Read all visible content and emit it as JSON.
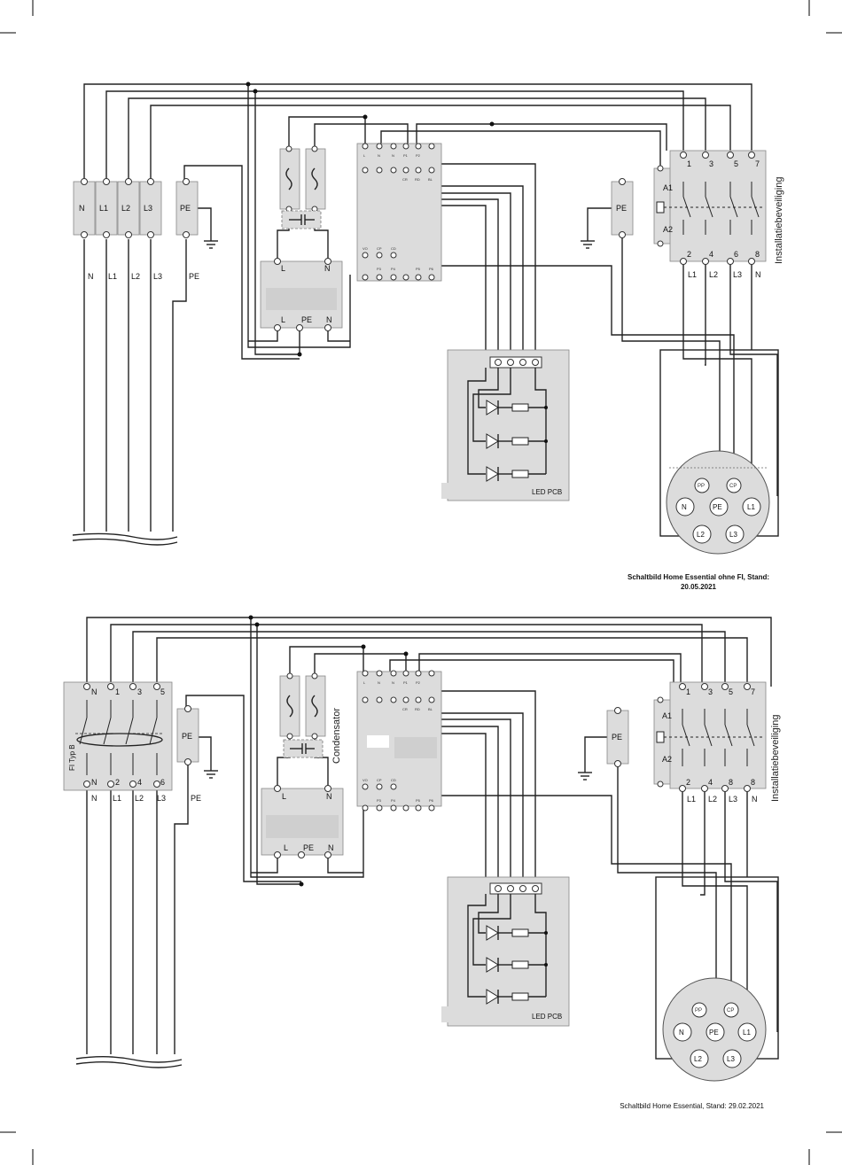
{
  "top": {
    "bus_left": [
      "N",
      "L1",
      "L2",
      "L3",
      "PE"
    ],
    "bottom_left": [
      "N",
      "L1",
      "L2",
      "L3",
      "PE"
    ],
    "psu_top": [
      "L",
      "N"
    ],
    "psu_bottom": [
      "L",
      "PE",
      "N"
    ],
    "contactor_top": [
      "1",
      "3",
      "5",
      "7"
    ],
    "contactor_bottom": [
      "2",
      "4",
      "6",
      "8"
    ],
    "contactor_out": [
      "L1",
      "L2",
      "L3",
      "N"
    ],
    "coil": [
      "A1",
      "A2"
    ],
    "pe_right": "PE",
    "vertical_label": "Installatiebeveiliging",
    "led_label": "LED PCB",
    "socket_pins": [
      "PP",
      "CP",
      "N",
      "PE",
      "L1",
      "L2",
      "L3"
    ],
    "caption_line1": "Schaltbild Home Essential ohne FI, Stand:",
    "caption_line2": "20.05.2021"
  },
  "bottom": {
    "fi_label": "FI Typ B",
    "fi_top": [
      "N",
      "1",
      "3",
      "5"
    ],
    "fi_bottom": [
      "N",
      "2",
      "4",
      "6"
    ],
    "out_left": [
      "N",
      "L1",
      "L2",
      "L3",
      "PE"
    ],
    "pe_left": "PE",
    "condensator": "Condensator",
    "psu_top": [
      "L",
      "N"
    ],
    "psu_bottom": [
      "L",
      "PE",
      "N"
    ],
    "contactor_top": [
      "1",
      "3",
      "5",
      "7"
    ],
    "contactor_bottom": [
      "2",
      "4",
      "8",
      "8"
    ],
    "contactor_out": [
      "L1",
      "L2",
      "L3",
      "N"
    ],
    "coil": [
      "A1",
      "A2"
    ],
    "pe_right": "PE",
    "vertical_label": "Installatiebeveiliging",
    "led_label": "LED PCB",
    "socket_pins": [
      "PP",
      "CP",
      "N",
      "PE",
      "L1",
      "L2",
      "L3"
    ],
    "caption": "Schaltbild Home Essential, Stand: 29.02.2021"
  },
  "controller_pins_top": [
    "L",
    "N",
    "N",
    "P1",
    "P2"
  ],
  "controller_pins_mid": [
    "CR",
    "RD",
    "BL"
  ],
  "controller_pins_low": [
    "VO",
    "CP",
    "CD"
  ],
  "controller_pins_base": [
    "P3",
    "P4",
    "P5",
    "P6"
  ]
}
